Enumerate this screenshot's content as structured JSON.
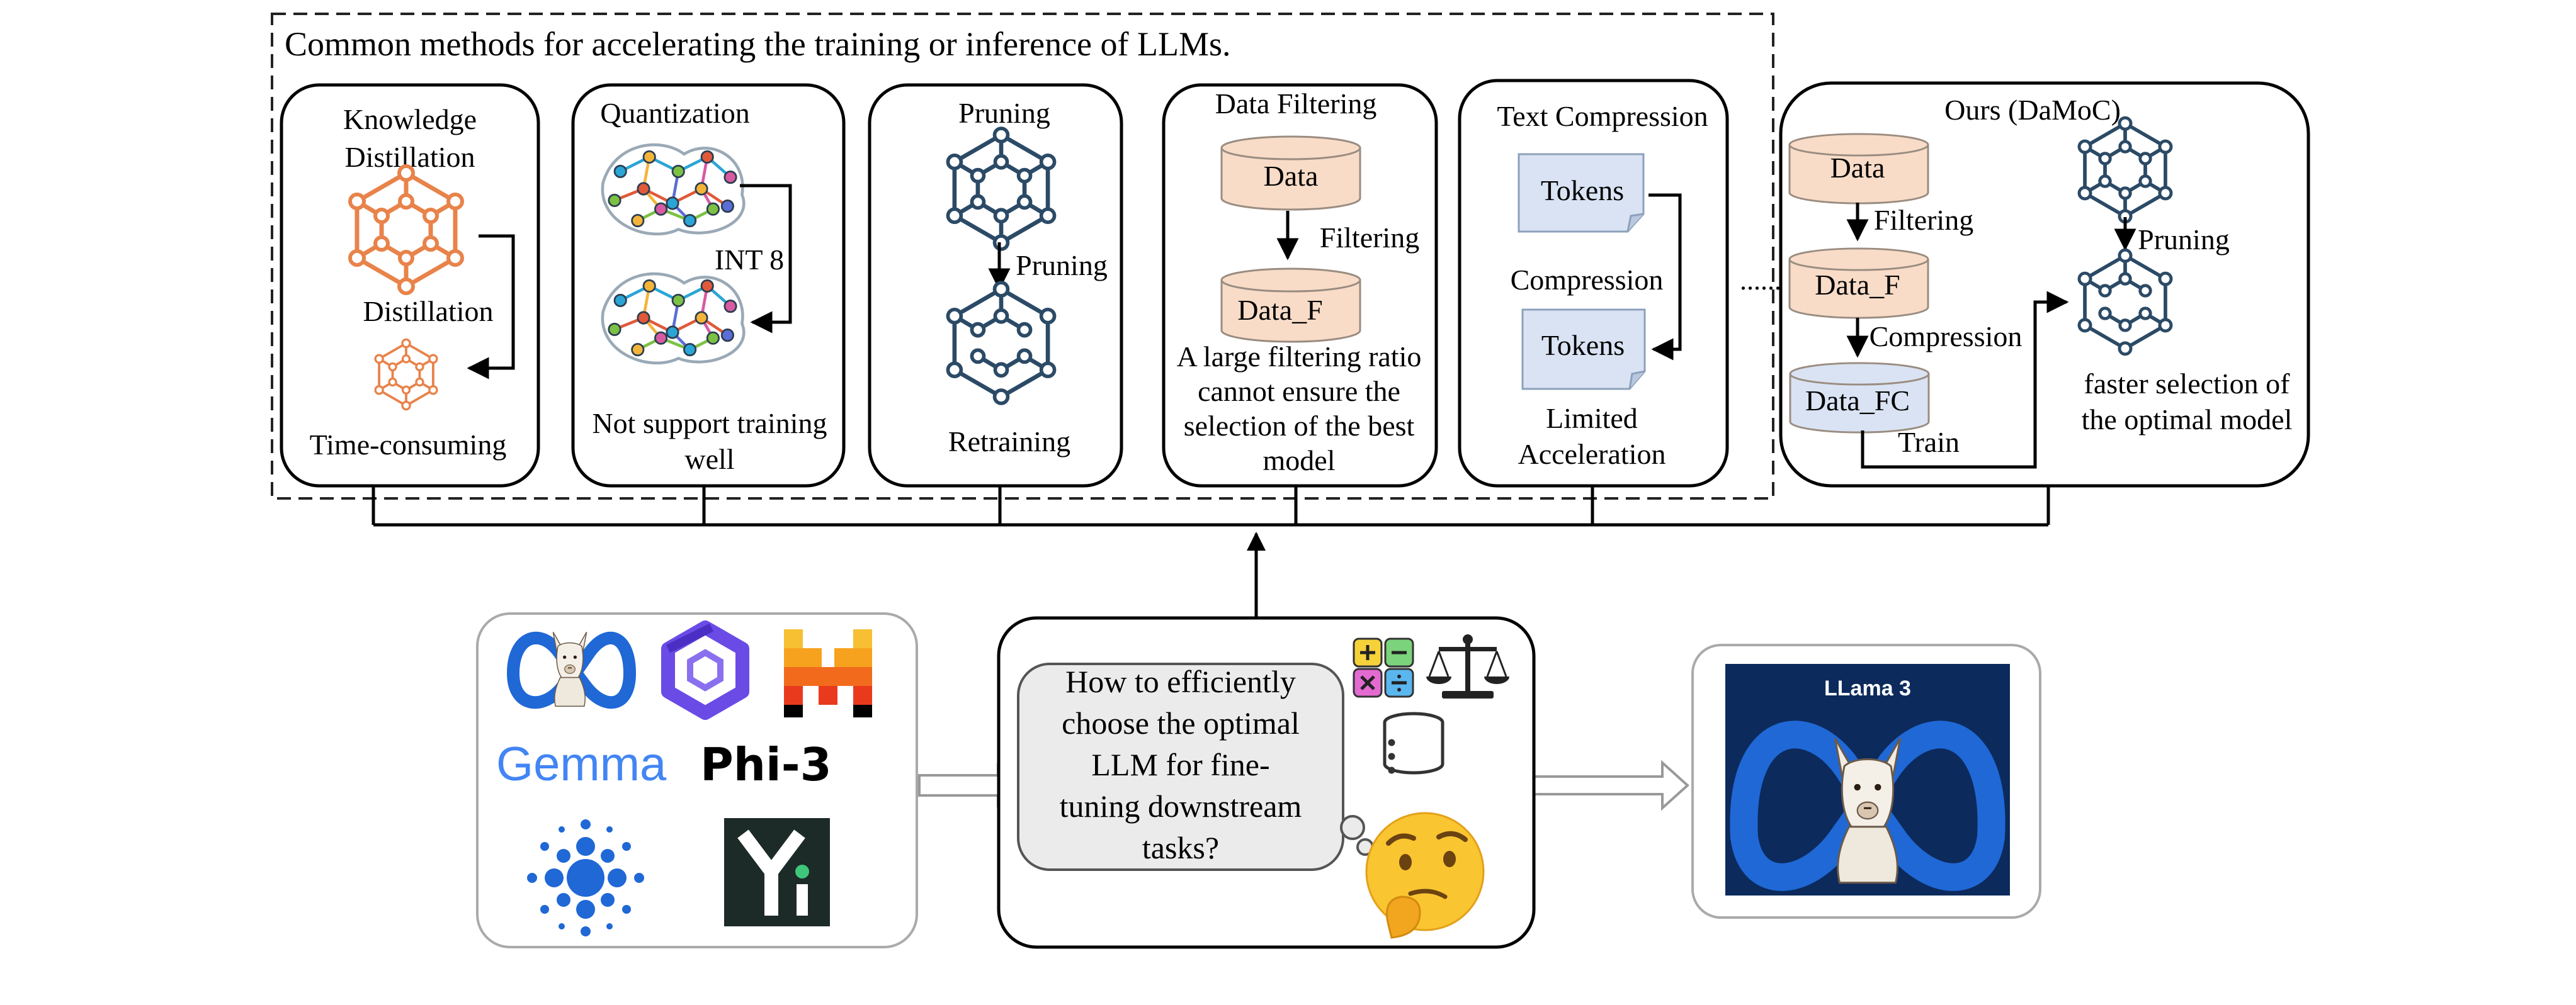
{
  "top": {
    "title": "Common methods for accelerating the training or inference of LLMs.",
    "knowledge_distillation": {
      "title_line1": "Knowledge",
      "title_line2": "Distillation",
      "arrow_label": "Distillation",
      "footer": "Time-consuming"
    },
    "quantization": {
      "title": "Quantization",
      "arrow_label": "INT 8",
      "footer_line1": "Not support training",
      "footer_line2": "well"
    },
    "pruning": {
      "title": "Pruning",
      "arrow_label": "Pruning",
      "footer": "Retraining"
    },
    "data_filtering": {
      "title": "Data Filtering",
      "db_top": "Data",
      "arrow_label": "Filtering",
      "db_bottom": "Data_F",
      "footer_line1": "A large filtering ratio",
      "footer_line2": "cannot ensure the",
      "footer_line3": "selection of the best",
      "footer_line4": "model"
    },
    "text_compression": {
      "title": "Text Compression",
      "doc_top": "Tokens",
      "arrow_label": "Compression",
      "doc_bottom": "Tokens",
      "footer_line1": "Limited",
      "footer_line2": "Acceleration"
    },
    "ellipsis": "......",
    "ours": {
      "title": "Ours (DaMoC)",
      "db1": "Data",
      "arrow1": "Filtering",
      "db2": "Data_F",
      "arrow2": "Compression",
      "db3": "Data_FC",
      "arrow3": "Train",
      "arrow_pruning": "Pruning",
      "footer_line1": "faster selection of",
      "footer_line2": "the optimal model"
    }
  },
  "bottom": {
    "models": {
      "gemma": "Gemma",
      "phi": "Phi-3"
    },
    "question": {
      "line1": "How to efficiently",
      "line2": "choose the optimal",
      "line3": "LLM for fine-",
      "line4": "tuning downstream",
      "line5": "tasks?"
    },
    "result": {
      "label": "LLama 3"
    }
  },
  "colors": {
    "orange": "#e8834a",
    "navy": "#2b4a66",
    "db_fill": "#f8dcc8",
    "db_blue_fill": "#d9e3f3",
    "doc_fill": "#d9e3f3",
    "meta_blue": "#1f68d6",
    "gemma_blue": "#4285f4",
    "qwen_purple": "#6a4be6",
    "mistral_orange": "#f7931e",
    "yi_bg": "#1c2a28",
    "yi_green": "#3ec77b",
    "result_bg": "#0c2a5c",
    "emoji_yellow": "#f9c531"
  },
  "icons": [
    "llama-logo-icon",
    "qwen-logo-icon",
    "mistral-logo-icon",
    "cohere-dots-icon",
    "yi-logo-icon",
    "calculator-icon",
    "scale-icon",
    "database-icon",
    "thinking-face-icon",
    "network-icon",
    "brain-network-icon"
  ]
}
